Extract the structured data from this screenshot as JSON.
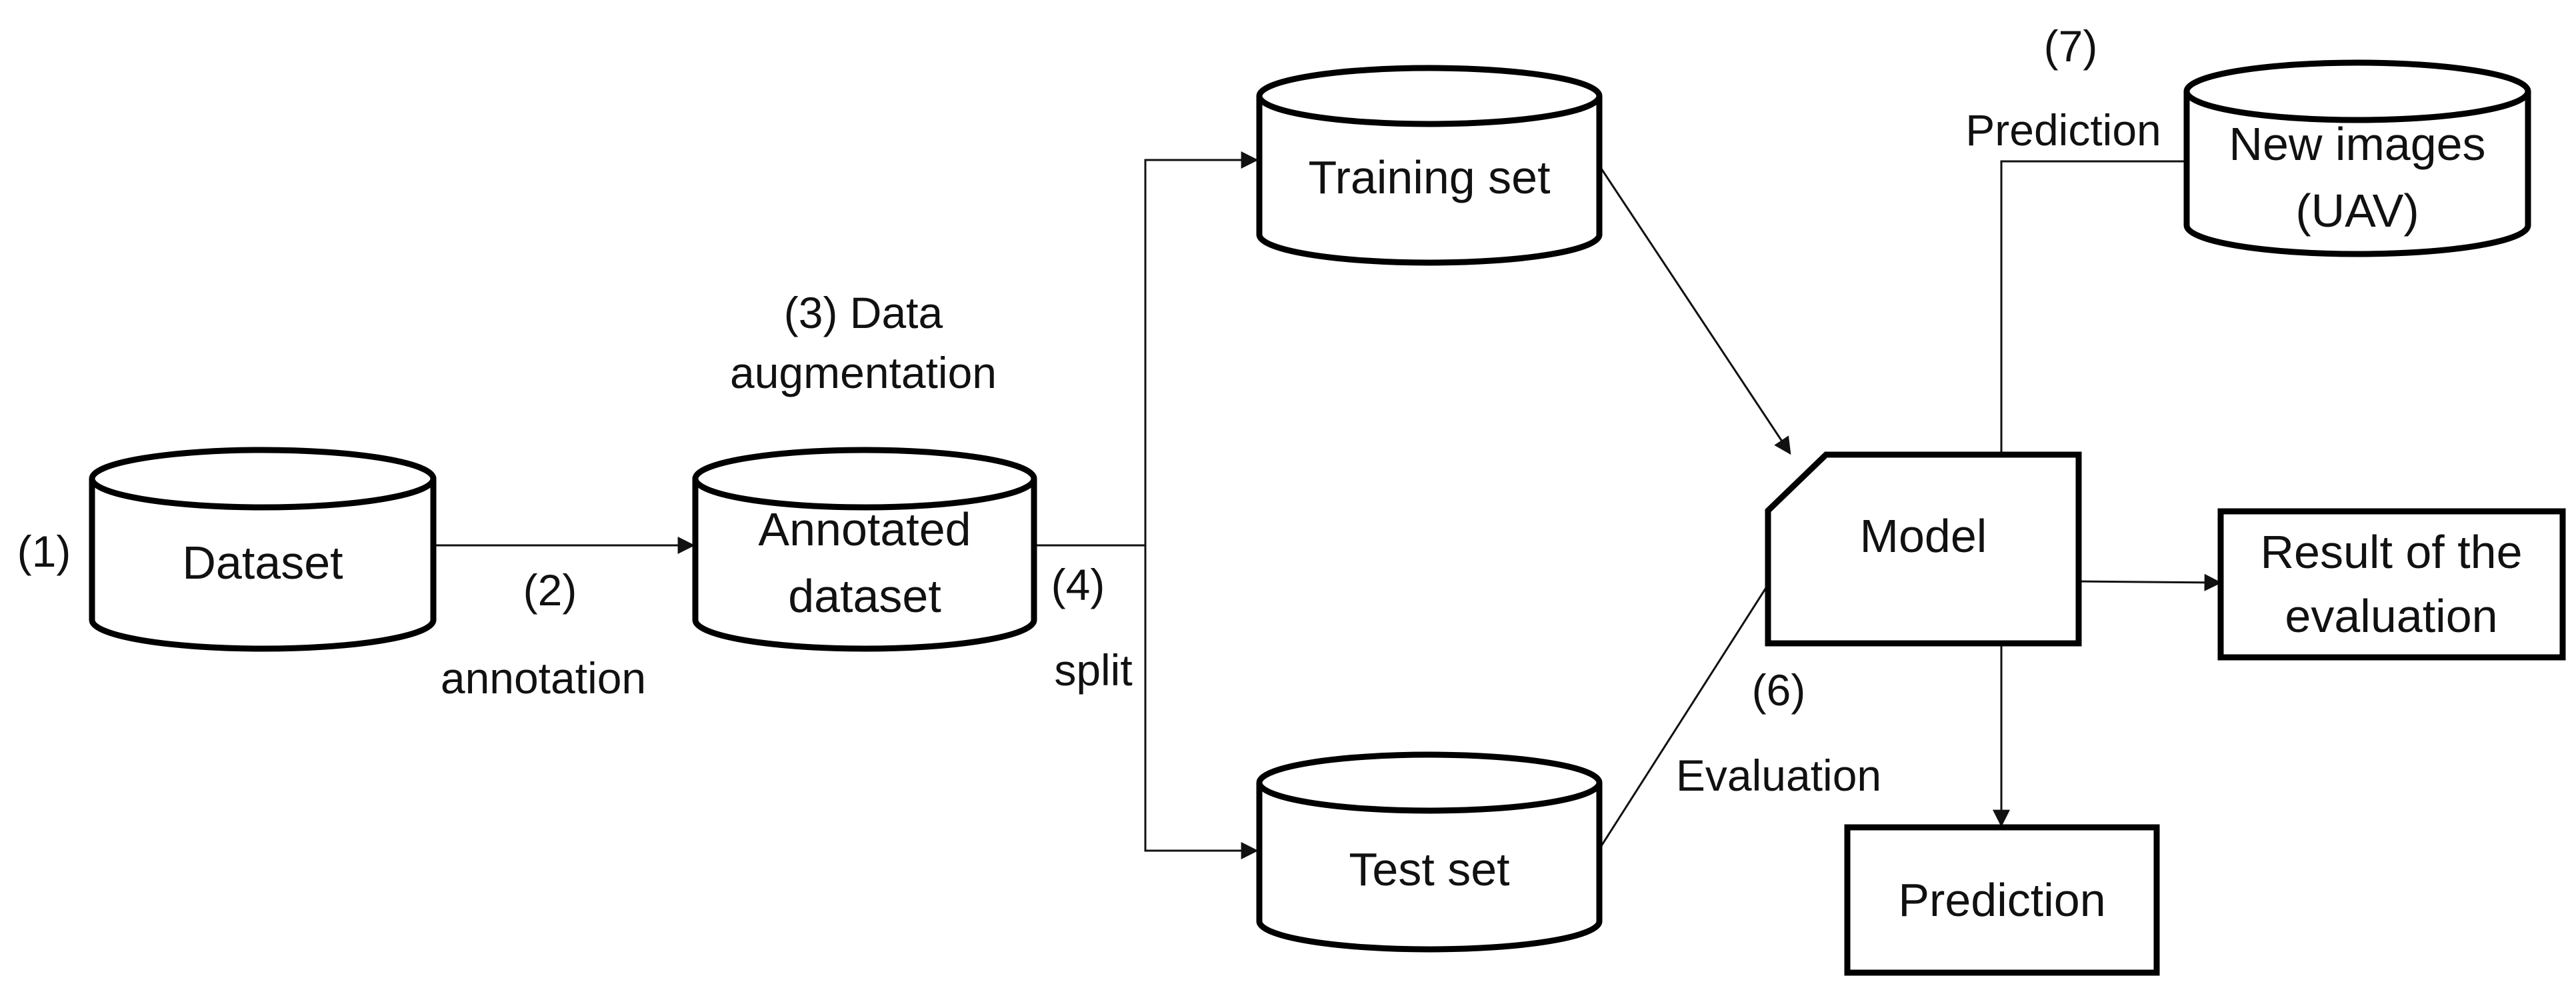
{
  "nodes": {
    "dataset": "Dataset",
    "annotated_line1": "Annotated",
    "annotated_line2": "dataset",
    "training_set": "Training set",
    "test_set": "Test set",
    "new_images_line1": "New images",
    "new_images_line2": "(UAV)",
    "model": "Model",
    "result_line1": "Result of the",
    "result_line2": "evaluation",
    "prediction_box": "Prediction"
  },
  "steps": {
    "s1": "(1)",
    "s2": "(2)",
    "s2_label": "annotation",
    "s3_line1": "(3) Data",
    "s3_line2": "augmentation",
    "s4": "(4)",
    "s4_label": "split",
    "s6": "(6)",
    "s6_label": "Evaluation",
    "s7": "(7)",
    "s7_label": "Prediction"
  }
}
